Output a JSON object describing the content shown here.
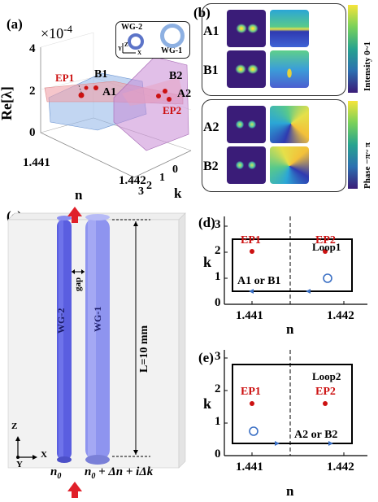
{
  "panels": {
    "a": {
      "letter": "(a)",
      "exponent": "×10",
      "exponent_power": "-4",
      "ylabel": "Re[λ]",
      "xlabel": "n",
      "zlabel": "k",
      "yticks": [
        "0",
        "2",
        "4"
      ],
      "xticks": [
        "1.441",
        "1.442"
      ],
      "zticks": [
        "3",
        "2",
        "1",
        "0"
      ],
      "points": [
        "EP1",
        "B1",
        "A1",
        "B2",
        "A2",
        "EP2"
      ],
      "inset": {
        "wg2": "WG-2",
        "wg1": "WG-1",
        "axis_y": "Y",
        "axis_z": "Z",
        "axis_x": "X"
      }
    },
    "b": {
      "letter": "(b)",
      "rows": [
        "A1",
        "B1",
        "A2",
        "B2"
      ],
      "colorbar_intensity": "Intensity  0~1",
      "colorbar_phase": "Phase  −π~ π"
    },
    "c": {
      "letter": "(c)",
      "wg2": "WG-2",
      "wg1": "WG-1",
      "gap": "gap",
      "length": "L=10 mm",
      "n0": "n",
      "n0_sub": "0",
      "n_expr": "n",
      "n_expr_rest": " + Δn + iΔk",
      "axis_z": "Z",
      "axis_x": "X",
      "axis_y": "Y"
    },
    "d": {
      "letter": "(d)",
      "loop": "Loop1",
      "ylabel": "k",
      "xlabel": "n",
      "xticks": [
        "1.441",
        "1.442"
      ],
      "yticks": [
        "0",
        "1",
        "2",
        "3"
      ],
      "ep1": "EP1",
      "ep2": "EP2",
      "state": "A1 or B1"
    },
    "e": {
      "letter": "(e)",
      "loop": "Loop2",
      "ylabel": "k",
      "xlabel": "n",
      "xticks": [
        "1.441",
        "1.442"
      ],
      "yticks": [
        "0",
        "1",
        "2",
        "3"
      ],
      "ep1": "EP1",
      "ep2": "EP2",
      "state": "A2 or B2"
    }
  },
  "colors": {
    "ep_red": "#cc1111",
    "arrow_blue": "#3a6fc4",
    "sheet_blue": "#8fb4e8",
    "sheet_red": "#f0a0a8",
    "sheet_purple": "#c98ad6",
    "guide_blue": "#5a5ee0"
  }
}
